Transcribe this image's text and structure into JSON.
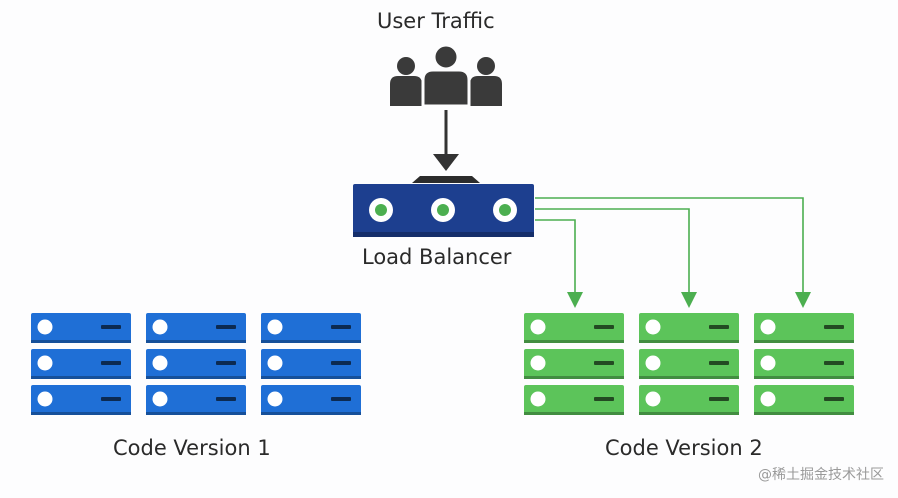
{
  "top": {
    "title": "User Traffic",
    "icon": "users-group-icon"
  },
  "load_balancer": {
    "label": "Load Balancer",
    "icon": "load-balancer-icon"
  },
  "clusters": [
    {
      "label": "Code Version 1",
      "color": "#1f6fd6",
      "icon": "server-rack-icon",
      "racks": 3,
      "units_per_rack": 3,
      "receives_traffic": false
    },
    {
      "label": "Code Version 2",
      "color": "#5cc45a",
      "icon": "server-rack-icon",
      "racks": 3,
      "units_per_rack": 3,
      "receives_traffic": true
    }
  ],
  "colors": {
    "arrow_main": "#333333",
    "arrow_green": "#4caf50",
    "lb_body": "#1d3f8f",
    "user_icon": "#3a3a3a"
  },
  "watermark": "@稀土掘金技术社区"
}
